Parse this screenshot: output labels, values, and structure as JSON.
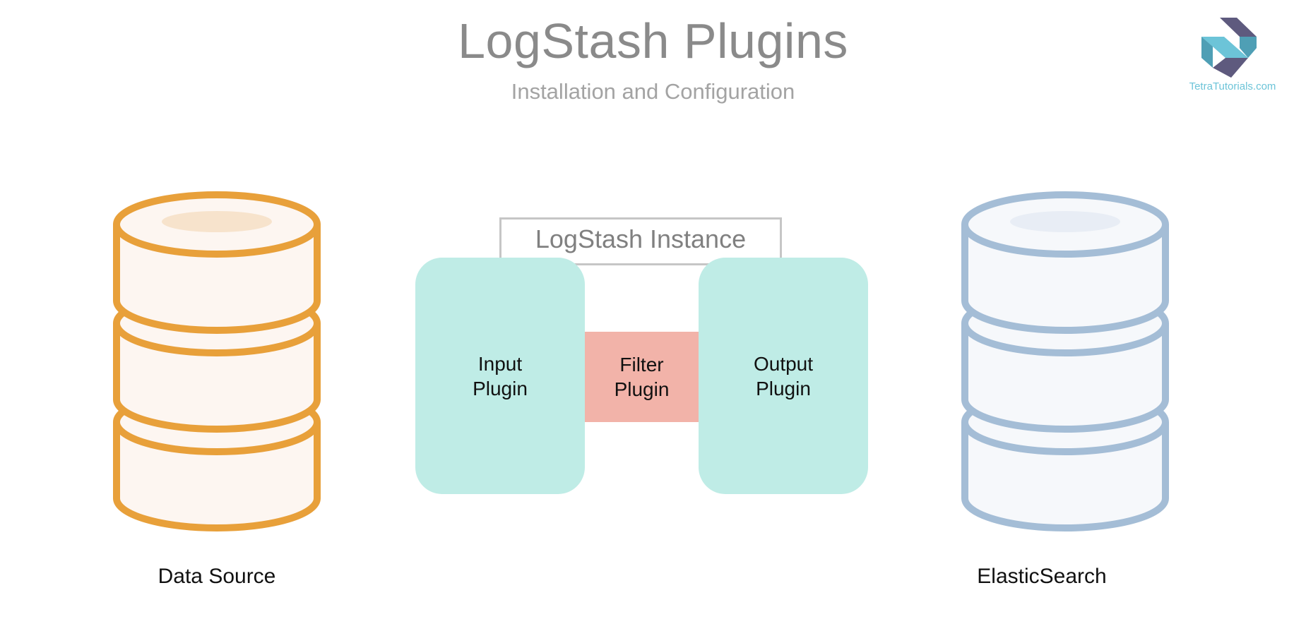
{
  "header": {
    "title": "LogStash Plugins",
    "subtitle": "Installation and Configuration"
  },
  "logo": {
    "text": "TetraTutorials.com",
    "colors": {
      "dark": "#5e5a7e",
      "light": "#6cc4d8"
    }
  },
  "source_db": {
    "label": "Data Source",
    "icon": "database-icon",
    "stroke_color": "#e8a03a",
    "fill_color": "#fdf6f1"
  },
  "target_db": {
    "label": "ElasticSearch",
    "icon": "database-icon",
    "stroke_color": "#a4bdd6",
    "fill_color": "#f6f8fb"
  },
  "instance": {
    "label": "LogStash Instance"
  },
  "plugins": {
    "input": {
      "label": "Input\nPlugin",
      "color": "#bfece6"
    },
    "filter": {
      "label": "Filter\nPlugin",
      "color": "#f2b3a9"
    },
    "output": {
      "label": "Output\nPlugin",
      "color": "#bfece6"
    }
  }
}
